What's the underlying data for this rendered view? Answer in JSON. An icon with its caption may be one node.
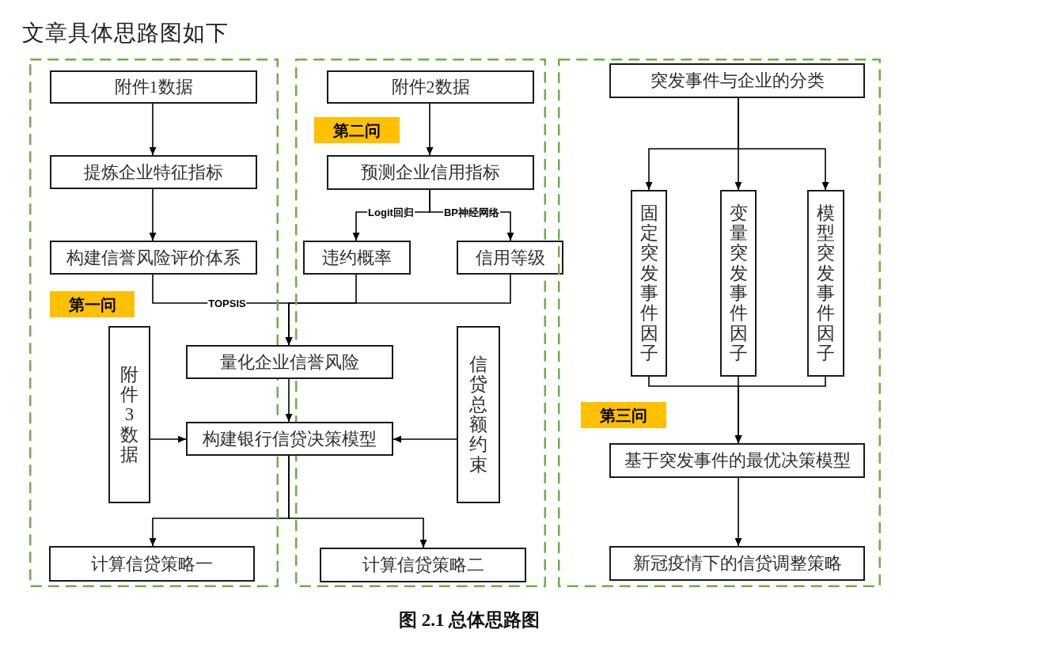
{
  "diagram": {
    "title": "文章具体思路图如下",
    "caption": "图 2.1 总体思路图",
    "nodes": [
      {
        "text": [],
        "shape": "box"
      },
      {
        "text": [
          "附件1数据"
        ],
        "in": 0
      },
      {
        "text": [
          "提炼企业特征指标"
        ],
        "in": 0
      },
      {
        "text": [
          "构建信誉风险评价体系"
        ],
        "in": 0
      },
      {
        "text": [
          "第一问"
        ],
        "in": 0
      },
      {
        "text": [
          "附件3数据"
        ],
        "in": 0
      },
      {
        "text": [],
        "shape": "box"
      },
      {
        "text": [
          "附件2数据"
        ],
        "in": 6
      },
      {
        "text": [
          "第二问"
        ],
        "in": 6
      },
      {
        "text": [
          "预测企业信用指标"
        ],
        "in": 6
      },
      {
        "text": [
          "违约概率"
        ],
        "in": 6
      },
      {
        "text": [
          "信用等级"
        ]
      },
      {
        "text": [
          "信贷总额约束"
        ],
        "in": 6
      },
      {
        "text": [
          "量化企业信誉风险"
        ]
      },
      {
        "text": [
          "构建银行信贷决策模型"
        ]
      },
      {
        "text": [
          "计算信贷策略一"
        ],
        "in": 0
      },
      {
        "text": [
          "计算信贷策略二"
        ],
        "in": 6
      },
      {
        "text": [],
        "shape": "box"
      },
      {
        "text": [
          "突发事件与企业的分类"
        ],
        "in": 17
      },
      {
        "text": [
          "固定突发事件因子"
        ],
        "in": 17
      },
      {
        "text": [
          "变量突发事件因子"
        ],
        "in": 17
      },
      {
        "text": [
          "模型突发事件因子"
        ],
        "in": 17
      },
      {
        "text": [
          "第三问"
        ],
        "in": 17
      },
      {
        "text": [
          "基于突发事件的最优决策模型"
        ],
        "in": 17
      },
      {
        "text": [
          "新冠疫情下的信贷调整策略"
        ],
        "in": 17
      }
    ],
    "edges": [
      {
        "from": 1,
        "to": 2,
        "arrow": "to"
      },
      {
        "from": 2,
        "to": 3,
        "arrow": "to"
      },
      {
        "from": 3,
        "to": 13,
        "arrow": "to",
        "label": "TOPSIS"
      },
      {
        "from": 10,
        "to": 13,
        "arrow": "to"
      },
      {
        "from": 11,
        "to": 13,
        "arrow": "to"
      },
      {
        "from": 7,
        "to": 9,
        "arrow": "to"
      },
      {
        "from": 9,
        "to": 10,
        "arrow": "to",
        "label": "Logit回归"
      },
      {
        "from": 9,
        "to": 11,
        "arrow": "to",
        "label": "BP神经网络"
      },
      {
        "from": 13,
        "to": 14,
        "arrow": "to"
      },
      {
        "from": 5,
        "to": 14,
        "arrow": "to"
      },
      {
        "from": 12,
        "to": 14,
        "arrow": "to"
      },
      {
        "from": 14,
        "to": 15,
        "arrow": "to"
      },
      {
        "from": 14,
        "to": 16,
        "arrow": "to"
      },
      {
        "from": 18,
        "to": 19,
        "arrow": "to"
      },
      {
        "from": 18,
        "to": 20,
        "arrow": "to"
      },
      {
        "from": 18,
        "to": 21,
        "arrow": "to"
      },
      {
        "from": 19,
        "to": 23,
        "arrow": "to"
      },
      {
        "from": 20,
        "to": 23,
        "arrow": "to"
      },
      {
        "from": 21,
        "to": 23,
        "arrow": "to"
      },
      {
        "from": 23,
        "to": 24,
        "arrow": "to"
      }
    ]
  }
}
